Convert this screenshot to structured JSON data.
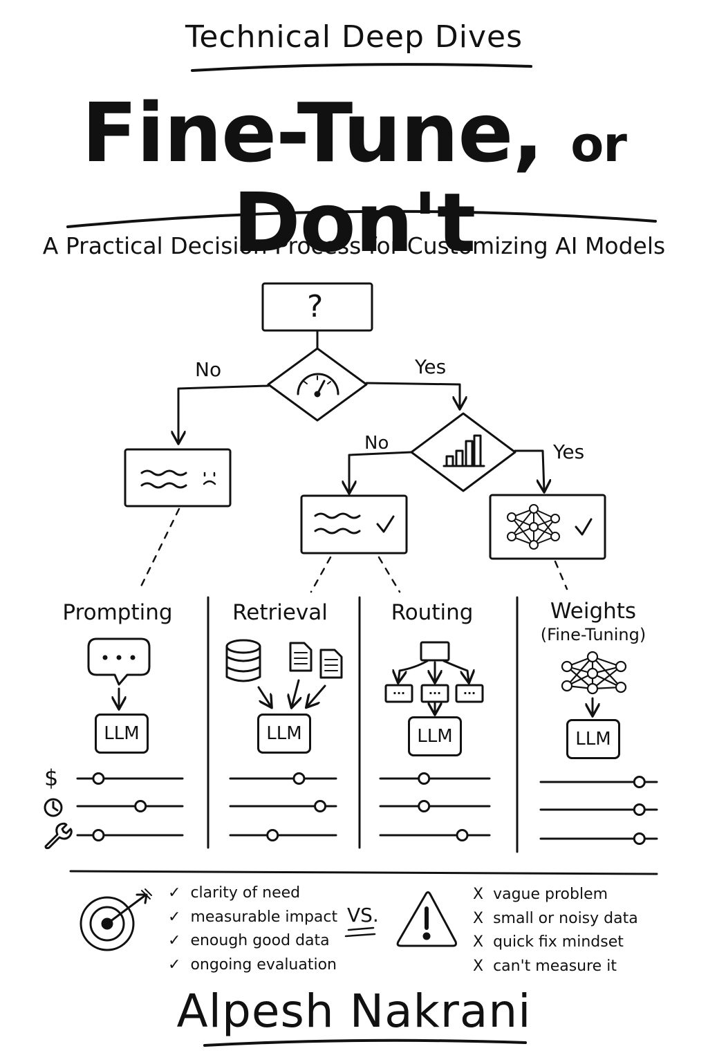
{
  "header": {
    "series_title": "Technical Deep Dives",
    "title_part1": "Fine-Tune,",
    "title_part2": "or",
    "title_part3": "Don't",
    "subtitle": "A Practical Decision Process for Customizing AI Models"
  },
  "flow": {
    "start_symbol": "?",
    "decision1": {
      "icon": "gauge-icon",
      "no_label": "No",
      "yes_label": "Yes"
    },
    "decision2": {
      "icon": "bar-chart-icon",
      "no_label": "No",
      "yes_label": "Yes"
    },
    "outcome_left_icon": "sad-face-icon",
    "outcome_middle_icon": "check-icon",
    "outcome_right_icon": "neural-network-icon"
  },
  "columns": [
    {
      "title": "Prompting",
      "subtitle": "",
      "llm_label": "LLM",
      "sliders": [
        0.2,
        0.6,
        0.2
      ]
    },
    {
      "title": "Retrieval",
      "subtitle": "",
      "llm_label": "LLM",
      "sliders": [
        0.65,
        0.85,
        0.4
      ]
    },
    {
      "title": "Routing",
      "subtitle": "",
      "llm_label": "LLM",
      "sliders": [
        0.4,
        0.4,
        0.75
      ]
    },
    {
      "title": "Weights",
      "subtitle": "(Fine-Tuning)",
      "llm_label": "LLM",
      "sliders": [
        0.85,
        0.85,
        0.85
      ]
    }
  ],
  "slider_icons": [
    "dollar-icon",
    "clock-icon",
    "wrench-icon"
  ],
  "slider_dollar_symbol": "$",
  "routing_node_text": "...",
  "prompt_bubble_text": "...",
  "checklist": {
    "good_items": [
      "clarity of need",
      "measurable impact",
      "enough good data",
      "ongoing evaluation"
    ],
    "vs_label": "VS.",
    "bad_items": [
      "vague problem",
      "small or noisy data",
      "quick fix mindset",
      "can't measure it"
    ],
    "good_mark": "✓",
    "bad_mark": "X"
  },
  "author": "Alpesh Nakrani"
}
